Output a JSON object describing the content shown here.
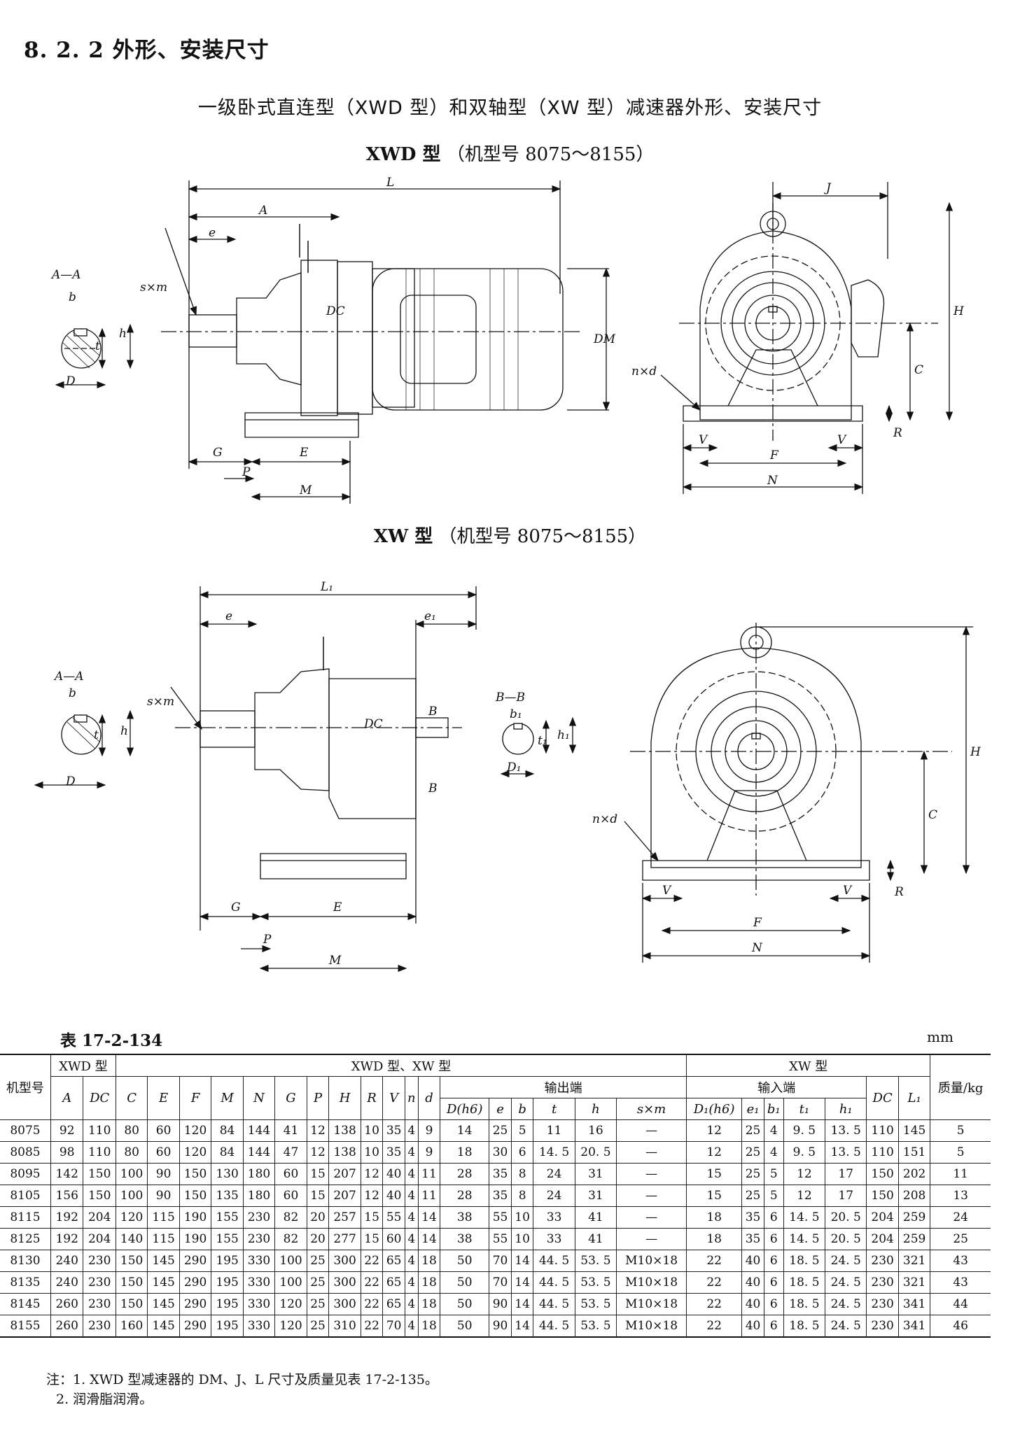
{
  "section_heading": "8. 2. 2    外形、安装尺寸",
  "subtitle": "一级卧式直连型（XWD 型）和双轴型（XW 型）减速器外形、安装尺寸",
  "xwd_caption": {
    "model": "XWD 型",
    "range": "（机型号 8075～8155）"
  },
  "xw_caption": {
    "model": "XW 型",
    "range": "（机型号 8075～8155）"
  },
  "drawing_labels": {
    "L": "L",
    "A": "A",
    "e": "e",
    "sxm": "s×m",
    "aa": "A—A",
    "b": "b",
    "t": "t",
    "h": "h",
    "D": "D",
    "DC": "DC",
    "DM": "DM",
    "G": "G",
    "E": "E",
    "P": "P",
    "M": "M",
    "J": "J",
    "H": "H",
    "C": "C",
    "R": "R",
    "nxd": "n×d",
    "V": "V",
    "F": "F",
    "N": "N",
    "L1": "L₁",
    "e1": "e₁",
    "bb": "B—B",
    "b1": "b₁",
    "t1": "t₁",
    "h1": "h₁",
    "D1": "D₁",
    "Bm": "B"
  },
  "table_label": "表 17-2-134",
  "unit": "mm",
  "table": {
    "h_model": "机型号",
    "h_xwd": "XWD 型",
    "h_both": "XWD 型、XW 型",
    "h_xw": "XW 型",
    "h_out": "输出端",
    "h_in": "输入端",
    "h_mass": "质量/kg",
    "cols": [
      "A",
      "DC",
      "C",
      "E",
      "F",
      "M",
      "N",
      "G",
      "P",
      "H",
      "R",
      "V",
      "n",
      "d",
      "D(h6)",
      "e",
      "b",
      "t",
      "h",
      "s×m",
      "D₁(h6)",
      "e₁",
      "b₁",
      "t₁",
      "h₁",
      "DC",
      "L₁"
    ],
    "rows": [
      [
        "8075",
        "92",
        "110",
        "80",
        "60",
        "120",
        "84",
        "144",
        "41",
        "12",
        "138",
        "10",
        "35",
        "4",
        "9",
        "14",
        "25",
        "5",
        "11",
        "16",
        "—",
        "12",
        "25",
        "4",
        "9. 5",
        "13. 5",
        "110",
        "145",
        "5"
      ],
      [
        "8085",
        "98",
        "110",
        "80",
        "60",
        "120",
        "84",
        "144",
        "47",
        "12",
        "138",
        "10",
        "35",
        "4",
        "9",
        "18",
        "30",
        "6",
        "14. 5",
        "20. 5",
        "—",
        "12",
        "25",
        "4",
        "9. 5",
        "13. 5",
        "110",
        "151",
        "5"
      ],
      [
        "8095",
        "142",
        "150",
        "100",
        "90",
        "150",
        "130",
        "180",
        "60",
        "15",
        "207",
        "12",
        "40",
        "4",
        "11",
        "28",
        "35",
        "8",
        "24",
        "31",
        "—",
        "15",
        "25",
        "5",
        "12",
        "17",
        "150",
        "202",
        "11"
      ],
      [
        "8105",
        "156",
        "150",
        "100",
        "90",
        "150",
        "135",
        "180",
        "60",
        "15",
        "207",
        "12",
        "40",
        "4",
        "11",
        "28",
        "35",
        "8",
        "24",
        "31",
        "—",
        "15",
        "25",
        "5",
        "12",
        "17",
        "150",
        "208",
        "13"
      ],
      [
        "8115",
        "192",
        "204",
        "120",
        "115",
        "190",
        "155",
        "230",
        "82",
        "20",
        "257",
        "15",
        "55",
        "4",
        "14",
        "38",
        "55",
        "10",
        "33",
        "41",
        "—",
        "18",
        "35",
        "6",
        "14. 5",
        "20. 5",
        "204",
        "259",
        "24"
      ],
      [
        "8125",
        "192",
        "204",
        "140",
        "115",
        "190",
        "155",
        "230",
        "82",
        "20",
        "277",
        "15",
        "60",
        "4",
        "14",
        "38",
        "55",
        "10",
        "33",
        "41",
        "—",
        "18",
        "35",
        "6",
        "14. 5",
        "20. 5",
        "204",
        "259",
        "25"
      ],
      [
        "8130",
        "240",
        "230",
        "150",
        "145",
        "290",
        "195",
        "330",
        "100",
        "25",
        "300",
        "22",
        "65",
        "4",
        "18",
        "50",
        "70",
        "14",
        "44. 5",
        "53. 5",
        "M10×18",
        "22",
        "40",
        "6",
        "18. 5",
        "24. 5",
        "230",
        "321",
        "43"
      ],
      [
        "8135",
        "240",
        "230",
        "150",
        "145",
        "290",
        "195",
        "330",
        "100",
        "25",
        "300",
        "22",
        "65",
        "4",
        "18",
        "50",
        "70",
        "14",
        "44. 5",
        "53. 5",
        "M10×18",
        "22",
        "40",
        "6",
        "18. 5",
        "24. 5",
        "230",
        "321",
        "43"
      ],
      [
        "8145",
        "260",
        "230",
        "150",
        "145",
        "290",
        "195",
        "330",
        "120",
        "25",
        "300",
        "22",
        "65",
        "4",
        "18",
        "50",
        "90",
        "14",
        "44. 5",
        "53. 5",
        "M10×18",
        "22",
        "40",
        "6",
        "18. 5",
        "24. 5",
        "230",
        "341",
        "44"
      ],
      [
        "8155",
        "260",
        "230",
        "160",
        "145",
        "290",
        "195",
        "330",
        "120",
        "25",
        "310",
        "22",
        "70",
        "4",
        "18",
        "50",
        "90",
        "14",
        "44. 5",
        "53. 5",
        "M10×18",
        "22",
        "40",
        "6",
        "18. 5",
        "24. 5",
        "230",
        "341",
        "46"
      ]
    ]
  },
  "notes": [
    "注：1. XWD 型减速器的 DM、J、L 尺寸及质量见表 17-2-135。",
    "2. 润滑脂润滑。"
  ]
}
